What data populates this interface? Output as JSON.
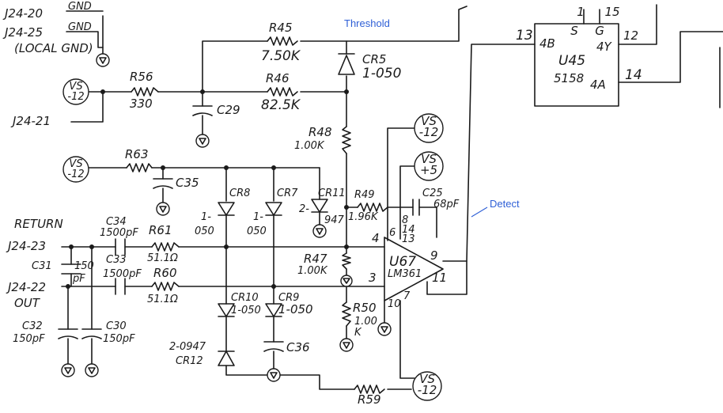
{
  "annotations": {
    "threshold": "Threshold",
    "detect": "Detect"
  },
  "connector": {
    "j24_20": "J24-20",
    "j24_25": "J24-25",
    "j24_21": "J24-21",
    "j24_23": "J24-23",
    "j24_22": "J24-22",
    "gnd_1": "GND",
    "gnd_2": "GND",
    "local_gnd": "(LOCAL GND)",
    "return": "RETURN",
    "out": "OUT"
  },
  "supplies": {
    "vs_neg12_a_top": "VS",
    "vs_neg12_a_bot": "-12",
    "vs_neg12_b_top": "VS",
    "vs_neg12_b_bot": "-12",
    "vs_neg12_c_top": "VS",
    "vs_neg12_c_bot": "-12",
    "vs_pos5_top": "VS",
    "vs_pos5_bot": "+5",
    "vs_neg12_d_top": "VS",
    "vs_neg12_d_bot": "-12"
  },
  "resistors": {
    "r45": "R45",
    "r45_val": "7.50K",
    "r46": "R46",
    "r46_val": "82.5K",
    "r56": "R56",
    "r56_val": "330",
    "r48": "R48",
    "r48_val": "1.00K",
    "r63": "R63",
    "r49": "R49",
    "r49_val": "1.96K",
    "r61": "R61",
    "r61_val": "51.1Ω",
    "r60": "R60",
    "r60_val": "51.1Ω",
    "r47": "R47",
    "r47_val": "1.00K",
    "r50": "R50",
    "r50_val_a": "1.00",
    "r50_val_b": "K",
    "r59": "R59"
  },
  "capacitors": {
    "c29": "C29",
    "c35": "C35",
    "c25": "C25",
    "c25_val": "68pF",
    "c34": "C34",
    "c34_val": "1500pF",
    "c33": "C33",
    "c33_val": "1500pF",
    "c31": "C31",
    "c31_val_a": "150",
    "c31_val_b": "pF",
    "c32": "C32",
    "c32_val": "150pF",
    "c30": "C30",
    "c30_val": "150pF",
    "c36": "C36"
  },
  "diodes": {
    "cr5": "CR5",
    "cr5_val": "1-050",
    "cr8": "CR8",
    "cr8_val_a": "1-",
    "cr8_val_b": "050",
    "cr7": "CR7",
    "cr7_val_a": "1-",
    "cr7_val_b": "050",
    "cr11": "CR11",
    "cr11_val_a": "2-",
    "cr11_val_b": "947",
    "cr10": "CR10",
    "cr10_val": "1-050",
    "cr9": "CR9",
    "cr9_val": "1-050",
    "cr12": "CR12",
    "cr12_val": "2-0947"
  },
  "u45": {
    "name": "U45",
    "part": "5158",
    "pin_1": "1",
    "pin_15": "15",
    "pin_s": "S",
    "pin_g": "G",
    "pin_13": "13",
    "pin_4b": "4B",
    "pin_4y": "4Y",
    "pin_12": "12",
    "pin_14": "14",
    "pin_4a": "4A"
  },
  "u67": {
    "name": "U67",
    "part": "LM361",
    "pin_4": "4",
    "pin_3": "3",
    "pin_6": "6",
    "pin_8": "8",
    "pin_14": "14",
    "pin_13": "13",
    "pin_9": "9",
    "pin_11": "11",
    "pin_10": "10",
    "pin_7": "7"
  }
}
